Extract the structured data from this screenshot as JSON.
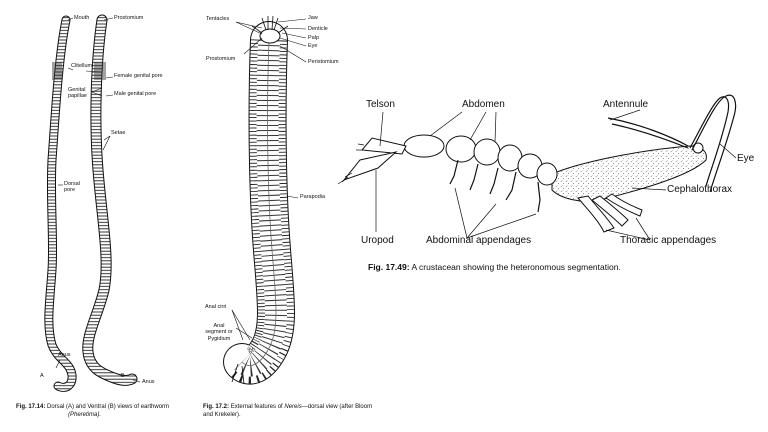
{
  "earthworm": {
    "labels": {
      "mouth": "Mouth",
      "prostomium": "Prostomium",
      "clitellum": "Clitellum",
      "female_pore": "Female genital pore",
      "genital_papillae": "Genital papillae",
      "male_pore": "Male genital pore",
      "setae": "Setae",
      "dorsal_pore": "Dorsal pore",
      "anus_a": "Anus",
      "anus_b": "Anus",
      "letter_a": "A",
      "letter_b": "B"
    },
    "caption": {
      "fig": "Fig. 17.14:",
      "text": "Dorsal (A) and Ventral (B) views of earthworm",
      "species": "(Pheretima)."
    }
  },
  "nereis": {
    "labels": {
      "tentacles": "Tentacles",
      "jaw": "Jaw",
      "denticle": "Denticle",
      "palp": "Palp",
      "eye": "Eye",
      "peristomium": "Peristomium",
      "prostomium": "Prostomium",
      "parapodia": "Parapodia",
      "anal_cirri": "Anal cirri",
      "anal_segment": "Anal segment or Pygidium"
    },
    "caption": {
      "fig": "Fig. 17.2:",
      "text_pre": "External features of",
      "genus": "Nereis",
      "text_post": "—dorsal view (after Bloom and Krekeler)."
    }
  },
  "crustacean": {
    "labels": {
      "telson": "Telson",
      "abdomen": "Abdomen",
      "antennule": "Antennule",
      "eye": "Eye",
      "cephalothorax": "Cephalothorax",
      "uropod": "Uropod",
      "abdominal_appendages": "Abdominal appendages",
      "thoracic_appendages": "Thoracic appendages"
    },
    "caption": {
      "fig": "Fig. 17.49:",
      "text": "A crustacean showing the heteronomous segmentation."
    }
  },
  "colors": {
    "ink": "#111111",
    "background": "#ffffff"
  }
}
